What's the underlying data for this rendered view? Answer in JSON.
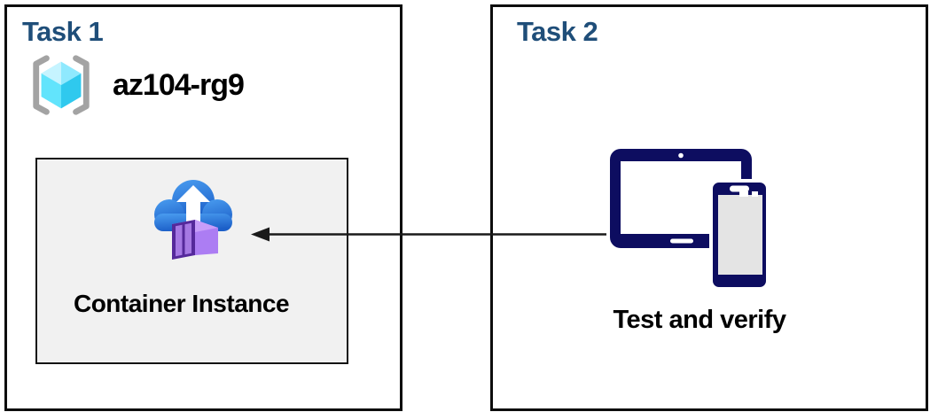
{
  "task1": {
    "title": "Task 1",
    "resource_group": {
      "icon": "resource-group-icon",
      "name": "az104-rg9"
    },
    "container_instance": {
      "icon": "container-instance-icon",
      "label": "Container Instance"
    }
  },
  "task2": {
    "title": "Task 2",
    "icon": "devices-icon",
    "label": "Test and verify"
  },
  "arrow": {
    "from": "task2-devices",
    "to": "task1-container-instance",
    "direction": "left"
  },
  "colors": {
    "task_title_blue": "#1F4E79",
    "box_border_black": "#0D0D0D",
    "container_box_fill": "#F1F1F1",
    "device_navy": "#0D0D60",
    "cloud_blue_top": "#4A9DF0",
    "cloud_blue_bottom": "#1C5FC8",
    "container_purple_light": "#C79DF9",
    "container_purple_side": "#AC7DF3",
    "container_purple_dark": "#55299B",
    "cube_cyan_top": "#8FE9FE",
    "cube_cyan_left": "#62E4FC",
    "cube_cyan_right": "#2FC9EE",
    "bracket_gray": "#A3A3A3",
    "arrow_black": "#1A1A1A"
  }
}
